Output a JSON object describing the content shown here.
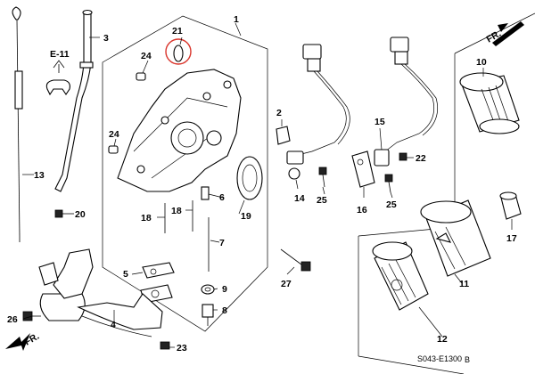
{
  "callouts": {
    "c1": "1",
    "c2": "2",
    "c3": "3",
    "c4": "4",
    "c5": "5",
    "c6": "6",
    "c7": "7",
    "c8": "8",
    "c9": "9",
    "c10": "10",
    "c11": "11",
    "c12": "12",
    "c13": "13",
    "c14": "14",
    "c15": "15",
    "c16": "16",
    "c17": "17",
    "c18a": "18",
    "c18b": "18",
    "c19": "19",
    "c20": "20",
    "c21": "21",
    "c22": "22",
    "c23": "23",
    "c24a": "24",
    "c24b": "24",
    "c25a": "25",
    "c25b": "25",
    "c26": "26",
    "c27": "27"
  },
  "ref_label": "E-11",
  "front_label_top": "FR.",
  "front_label_bottom": "FR.",
  "diagram_code": "S043-E1300",
  "diagram_code_suffix": "B",
  "highlight_color": "#d9342b"
}
